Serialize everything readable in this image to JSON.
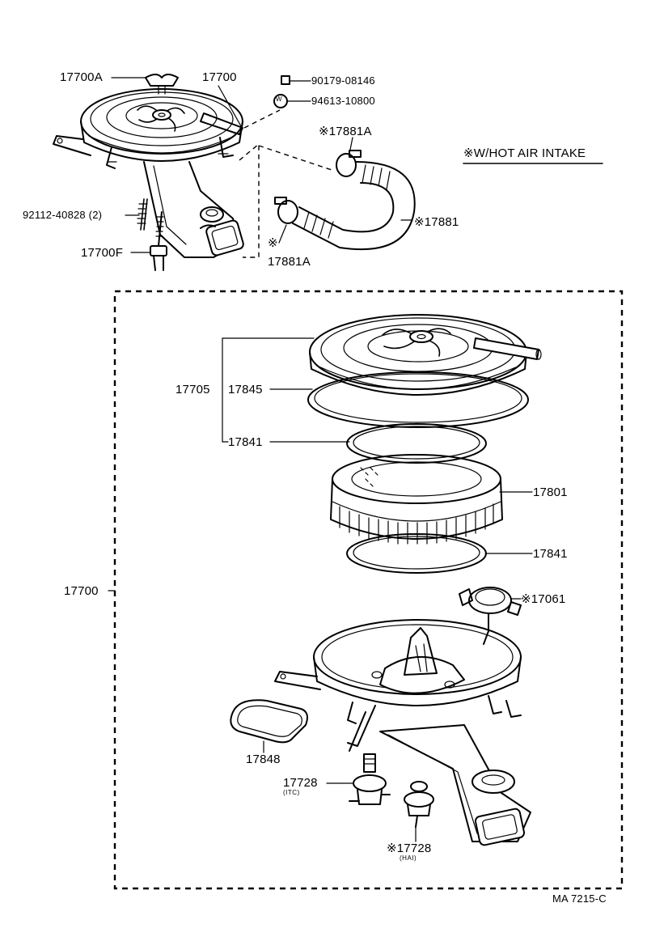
{
  "labels": {
    "wing_nut": "17700A",
    "cleaner_top": "17700",
    "bolt_90179": "90179-08146",
    "washer_94613": "94613-10800",
    "washer_mark": "W",
    "hose_clamp_upper": "※17881A",
    "hot_air_note": "※W/HOT AIR INTAKE",
    "hose_17881": "※17881",
    "stud_92112": "92112-40828 (2)",
    "bolt_17700F": "17700F",
    "clamp_mark_lower": "※",
    "hose_clamp_lower": "17881A",
    "cap_assy": "17705",
    "gasket_17845": "17845",
    "gasket_upper": "17841",
    "element": "17801",
    "gasket_lower": "17841",
    "assembly": "17700",
    "sensor_17061": "※17061",
    "gasket_17848": "17848",
    "valve_itc": "17728",
    "valve_itc_note": "(ITC)",
    "valve_hai": "※17728",
    "valve_hai_note": "(HAI)",
    "drawing_code": "MA 7215-C"
  }
}
